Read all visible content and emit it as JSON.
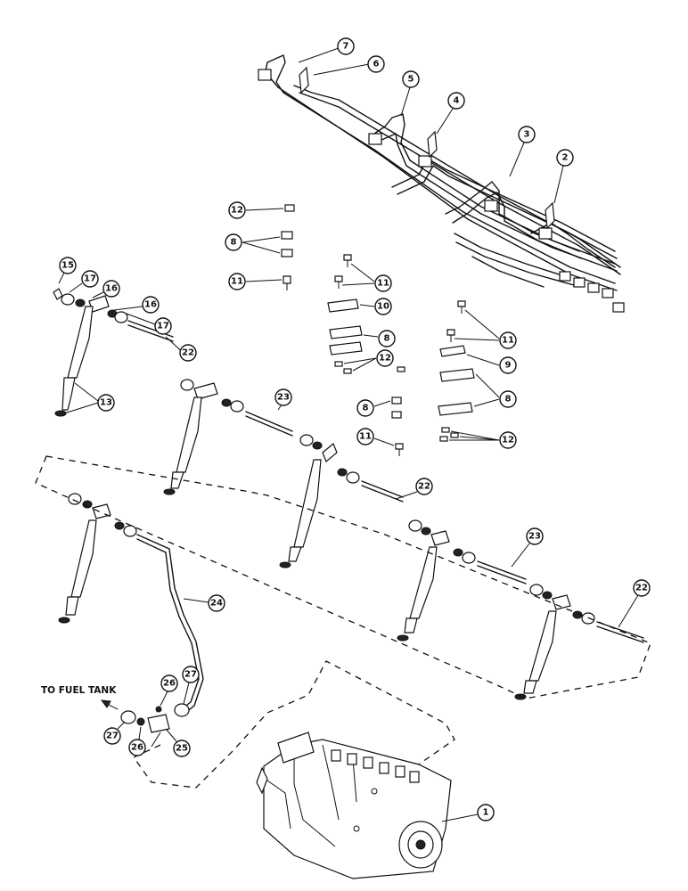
{
  "diagram": {
    "caption_fuel_tank": "TO FUEL TANK",
    "callouts": [
      "7",
      "6",
      "5",
      "4",
      "3",
      "2",
      "12",
      "8",
      "11",
      "11",
      "10",
      "8",
      "12",
      "11",
      "9",
      "8",
      "12",
      "8",
      "11",
      "15",
      "17",
      "16",
      "16",
      "17",
      "22",
      "13",
      "23",
      "22",
      "23",
      "22",
      "24",
      "27",
      "26",
      "27",
      "26",
      "25",
      "1"
    ]
  }
}
